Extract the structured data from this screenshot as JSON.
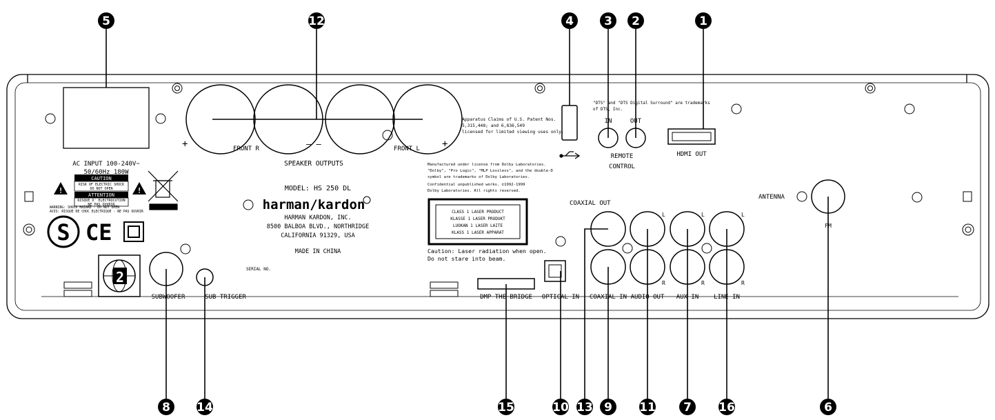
{
  "callouts_top": [
    "5",
    "12",
    "4",
    "3",
    "2",
    "1"
  ],
  "callouts_bottom": [
    "8",
    "14",
    "15",
    "10",
    "13",
    "9",
    "11",
    "7",
    "16",
    "6"
  ],
  "panel": {
    "speaker_outputs": "SPEAKER OUTPUTS",
    "front_r": "FRONT R",
    "front_l": "FRONT L",
    "plus": "+",
    "minus": "— —",
    "ac_input_1": "AC  INPUT 100-240V~",
    "ac_input_2": "50/60Hz 180W",
    "caution_title": "CAUTION",
    "caution_1": "RISK OF ELECTRIC SHOCK",
    "caution_2": "DO NOT OPEN",
    "attention_title": "ATTENTION",
    "attention_1": "RISQUE D' ELECTROCUTION",
    "attention_2": "NE PAS OUVRIR",
    "warning_1": "WARNING: SHOCK HAZARD - DO NOT OPEN",
    "warning_2": "AVIS: RISQUE DE CHOC ELECTRIQUE - NE PAS OUVRIR",
    "ce": "CE",
    "model": "MODEL: HS 250 DL",
    "brand": "harman/kardon",
    "company_1": "HARMAN KARDON, INC.",
    "company_2": "8500 BALBOA BLVD., NORTHRIDGE",
    "company_3": "CALIFORNIA 91329, USA",
    "made_in": "MADE IN CHINA",
    "serial": "SERIAL NO.",
    "region": "2",
    "patent_1": "Apparatus Claims of U.S. Patent Nos.",
    "patent_2": "5,315,448; and 6,836,549",
    "patent_3": "licensed for limited viewing uses only.",
    "dolby_1": "Manufactured under license from Dolby Laboratories.",
    "dolby_2": "\"Dolby\", \"Pro Logic\", \"MLP Lossless\", and the double-D",
    "dolby_3": "symbol are trademarks of Dolby Laboratories.",
    "dolby_4": "Confidential unpublished works. ©1992-1999",
    "dolby_5": "Dolby Laboratories. All rights reserved.",
    "dts_1": "\"DTS\" and \"DTS Digital Surround\" are trademarks",
    "dts_2": "of DTS, Inc.",
    "laser_1": "CLASS 1 LASER PRODUCT",
    "laser_2": "KLASSE 1 LASER PRODUKT",
    "laser_3": "LUOKAN 1 LASER LAITE",
    "laser_4": "KLASS 1 LASER APPARAT",
    "laser_caution_1": "Caution: Laser radiation when open.",
    "laser_caution_2": "Do not stare into beam.",
    "remote_in": "IN",
    "remote_out": "OUT",
    "remote_1": "REMOTE",
    "remote_2": "CONTROL",
    "hdmi_out": "HDMI OUT",
    "antenna": "ANTENNA",
    "fm": "FM",
    "coaxial_out": "COAXIAL OUT",
    "coaxial_in": "COAXIAL IN",
    "audio_out": "AUDIO OUT",
    "aux_in": "AUX IN",
    "line_in": "LINE IN",
    "ch_l": "L",
    "ch_r": "R",
    "subwoofer": "SUBWOOFER",
    "sub_trigger": "SUB TRIGGER",
    "dmp": "DMP THE BRIDGE",
    "optical_in": "OPTICAL IN"
  }
}
